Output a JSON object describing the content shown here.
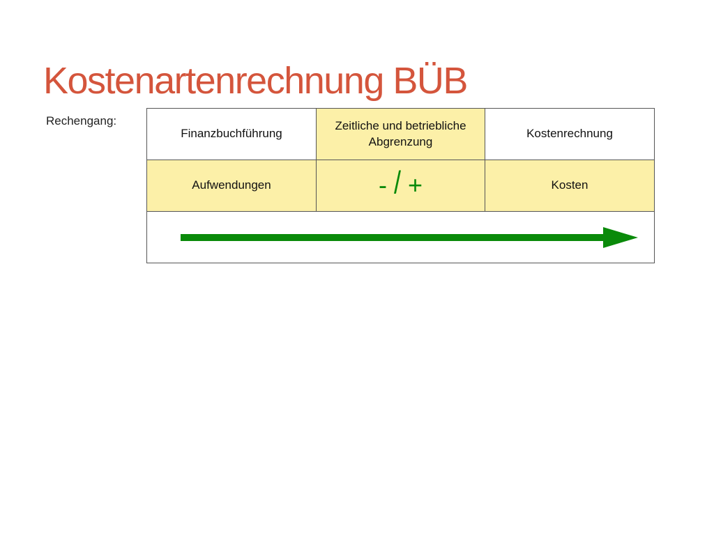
{
  "title": "Kostenartenrechnung BÜB",
  "rechengang_label": "Rechengang:",
  "headers": [
    "Finanzbuchführung",
    "Zeitliche und betriebliche Abgrenzung",
    "Kostenrechnung"
  ],
  "row2": {
    "left": "Aufwendungen",
    "operator_minus": "-",
    "operator_slash": "/",
    "operator_plus": "+",
    "right": "Kosten"
  },
  "icons": {
    "flow": "right-arrow-icon"
  },
  "colors": {
    "title": "#d4553c",
    "highlight": "#fcf0a8",
    "white": "#ffffff",
    "green": "#0a8a0a"
  }
}
